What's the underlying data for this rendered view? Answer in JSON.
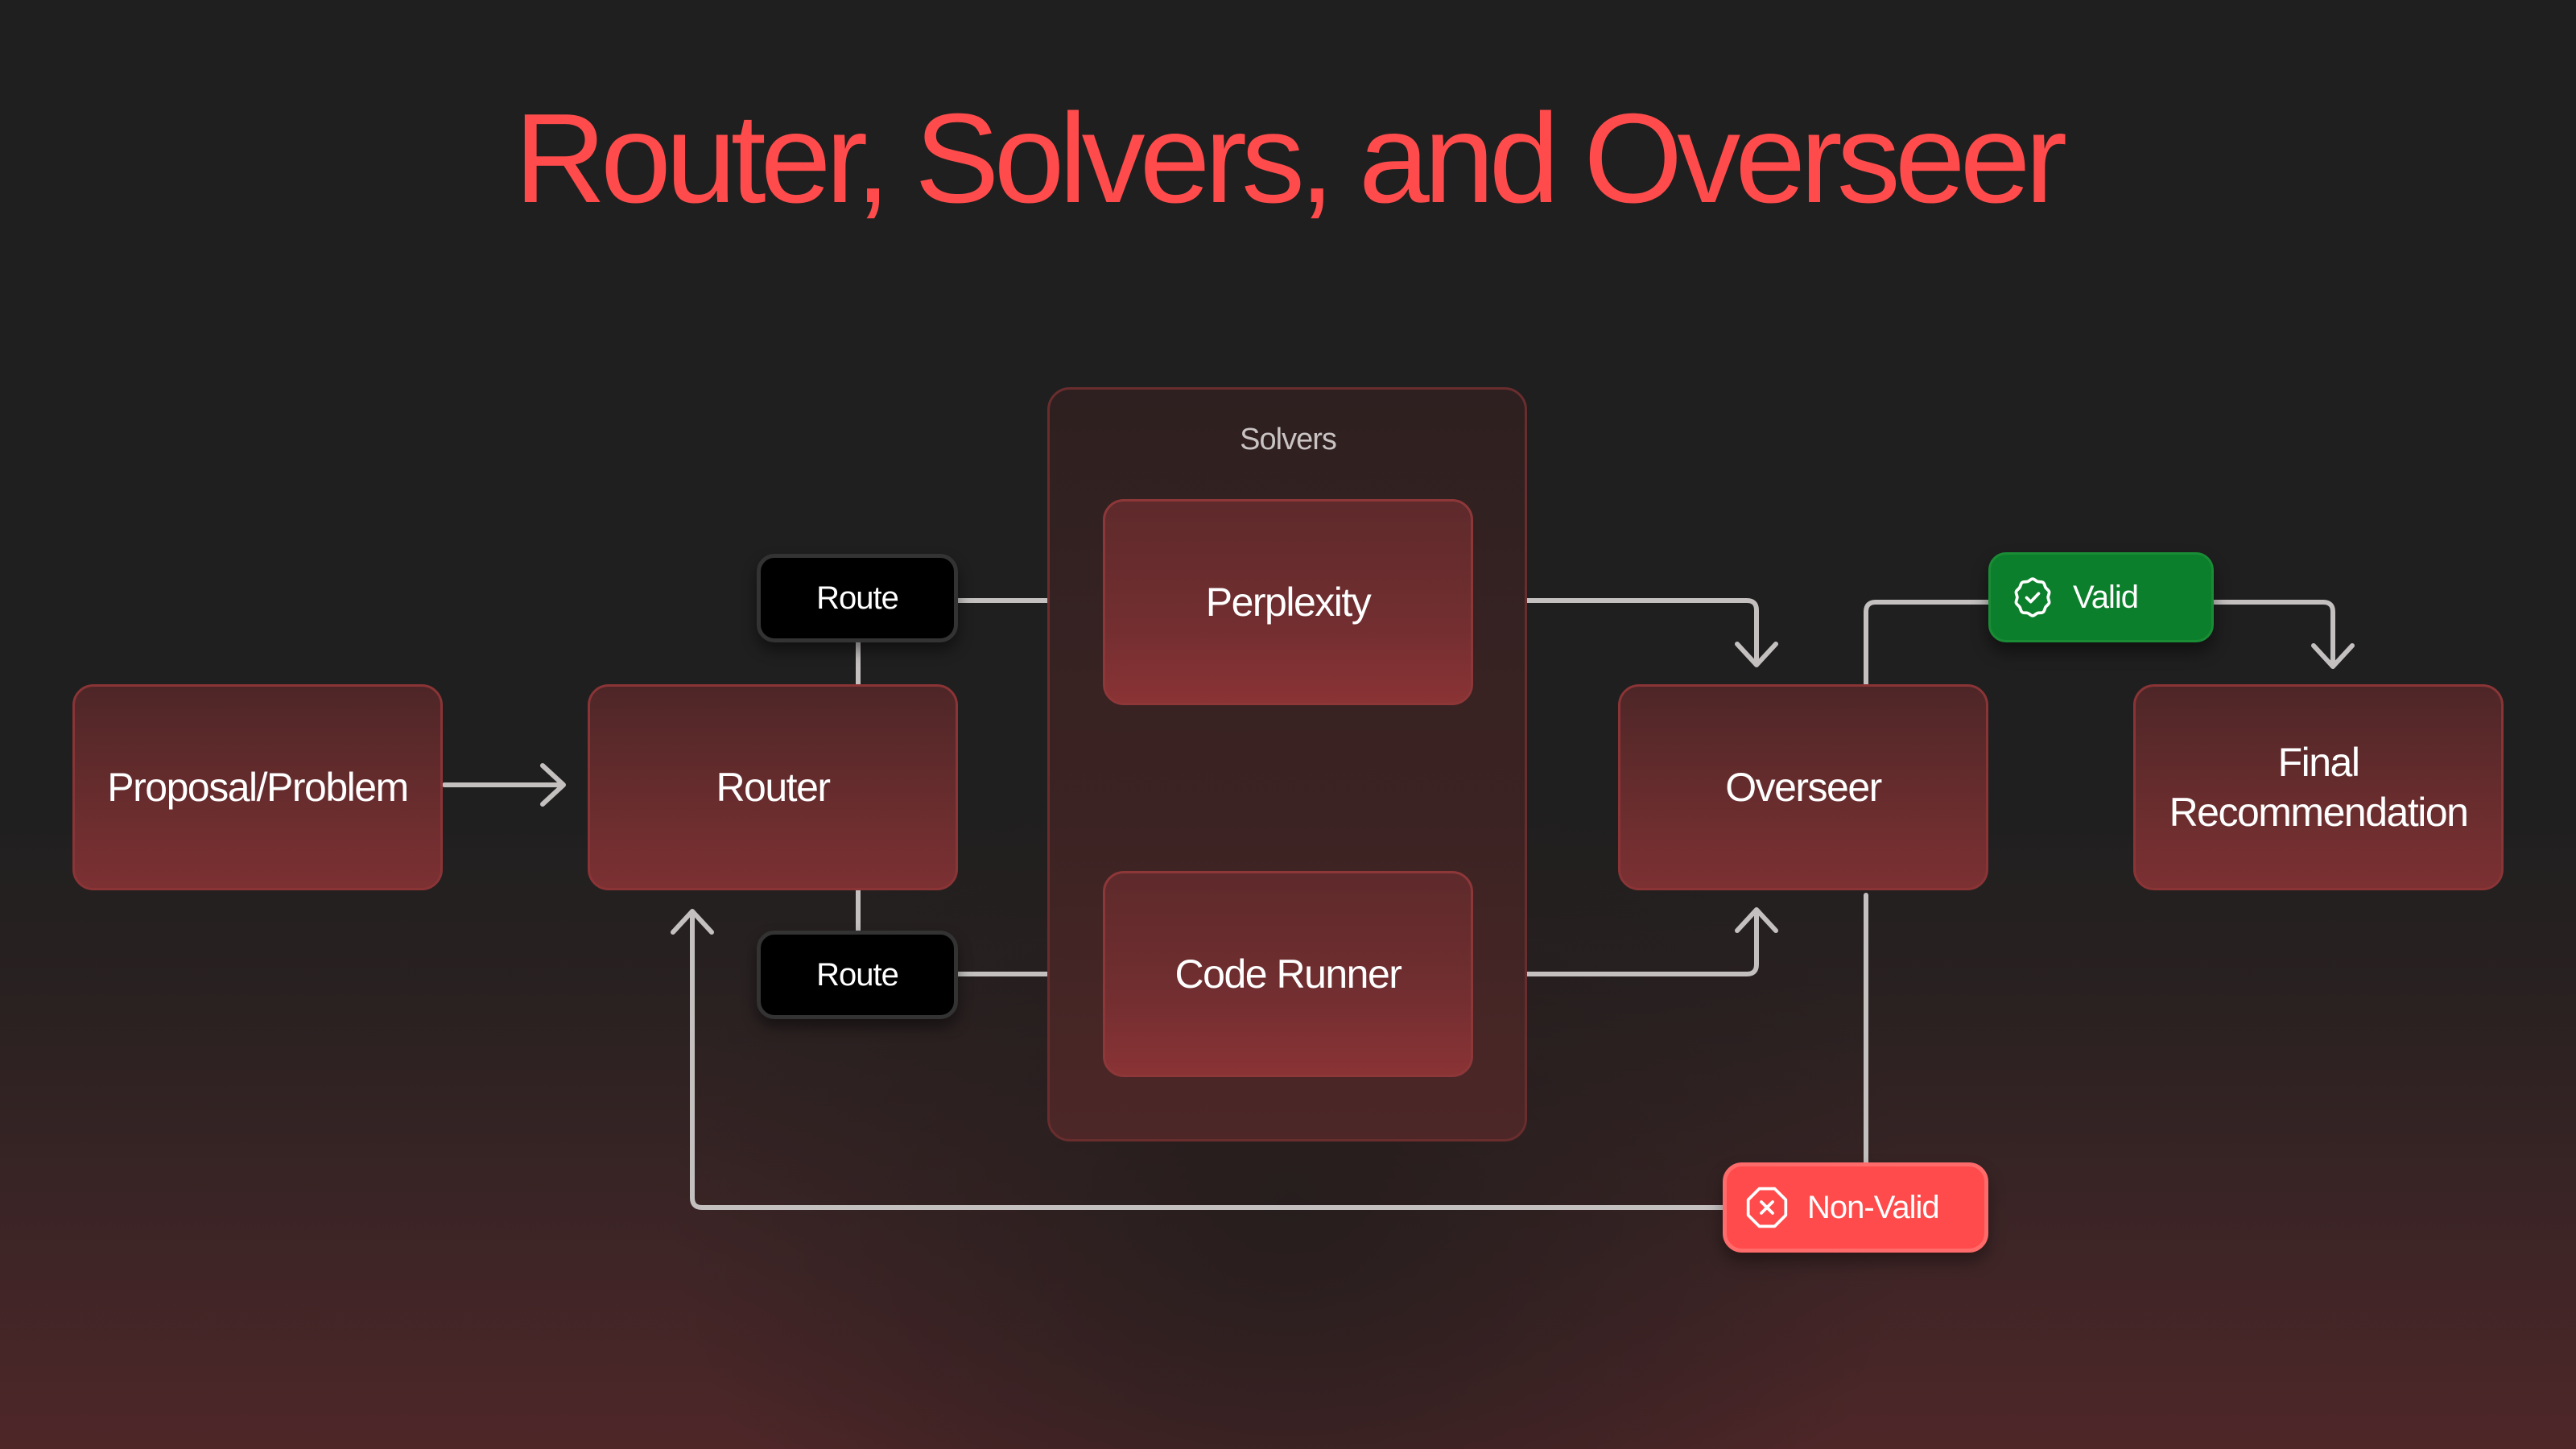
{
  "title": "Router, Solvers, and Overseer",
  "colors": {
    "title": "#ff4b4b",
    "node_fill": "#6a2d2e",
    "valid": "#0b7f2b",
    "non_valid": "#ff4b4b",
    "route_chip": "#000000",
    "connector": "#c4c0c0"
  },
  "nodes": {
    "proposal": "Proposal/Problem",
    "router": "Router",
    "solvers_group": "Solvers",
    "perplexity": "Perplexity",
    "code_runner": "Code Runner",
    "overseer": "Overseer",
    "final_line1": "Final",
    "final_line2": "Recommendation"
  },
  "edges": {
    "route_top": "Route",
    "route_bottom": "Route",
    "valid": "Valid",
    "non_valid": "Non-Valid"
  },
  "icons": {
    "valid": "badge-check-icon",
    "non_valid": "octagon-x-icon"
  }
}
